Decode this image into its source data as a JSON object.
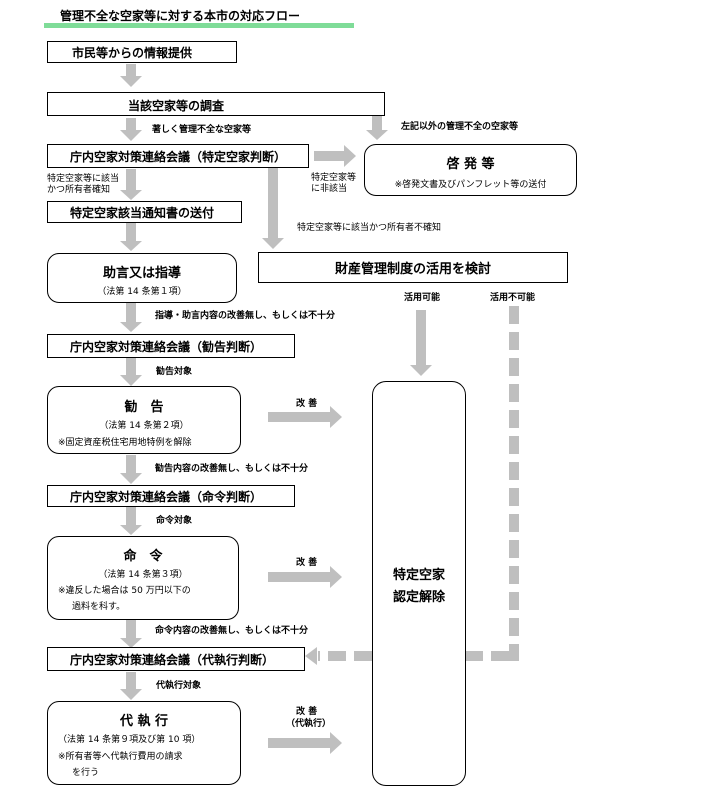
{
  "title": "管理不全な空家等に対する本市の対応フロー",
  "nodes": {
    "report": "市民等からの情報提供",
    "survey": "当該空家等の調査",
    "meeting1": "庁内空家対策連絡会議（特定空家判断）",
    "notice": "特定空家該当通知書の送付",
    "advice_title": "助言又は指導",
    "advice_law": "（法第 14 条第１項）",
    "meeting2": "庁内空家対策連絡会議（勧告判断）",
    "recommend_title": "勧　告",
    "recommend_law": "（法第 14 条第２項）",
    "recommend_note": "※固定資産税住宅用地特例を解除",
    "meeting3": "庁内空家対策連絡会議（命令判断）",
    "order_title": "命　令",
    "order_law": "（法第 14 条第３項）",
    "order_note1": "※違反した場合は 50 万円以下の",
    "order_note2": "過料を科す。",
    "meeting4": "庁内空家対策連絡会議（代執行判断）",
    "exec_title": "代 執 行",
    "exec_law": "（法第 14 条第９項及び第 10 項）",
    "exec_note1": "※所有者等へ代執行費用の請求",
    "exec_note2": "を行う",
    "enlight_title": "啓 発 等",
    "enlight_note": "※啓発文書及びパンフレット等の送付",
    "property": "財産管理制度の活用を検討",
    "release1": "特定空家",
    "release2": "認定解除"
  },
  "labels": {
    "badly_managed": "著しく管理不全な空家等",
    "other_managed": "左記以外の管理不全の空家等",
    "owner_known1": "特定空家等に該当",
    "owner_known2": "かつ所有者確知",
    "not_applicable1": "特定空家等",
    "not_applicable2": "に非該当",
    "owner_unknown": "特定空家等に該当かつ所有者不確知",
    "usable": "活用可能",
    "unusable": "活用不可能",
    "no_improve_advice": "指導・助言内容の改善無し、もしくは不十分",
    "recommend_target": "勧告対象",
    "improve1": "改 善",
    "no_improve_recommend": "勧告内容の改善無し、もしくは不十分",
    "order_target": "命令対象",
    "improve2": "改 善",
    "no_improve_order": "命令内容の改善無し、もしくは不十分",
    "exec_target": "代執行対象",
    "improve3a": "改 善",
    "improve3b": "（代執行）"
  },
  "colors": {
    "title_bar": "#7fdc98",
    "arrow": "#bfbfbf"
  }
}
